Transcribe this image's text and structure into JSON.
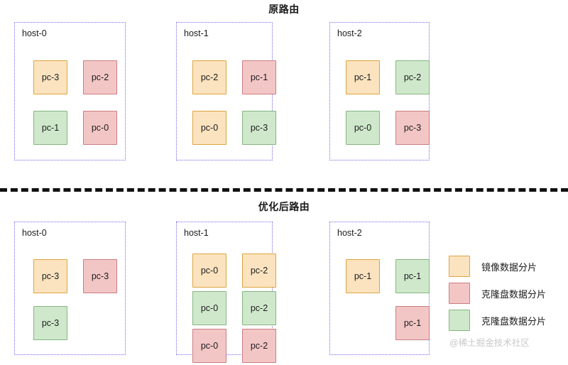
{
  "sections": [
    {
      "id": "original",
      "title": "原路由",
      "hosts": [
        {
          "label": "host-0",
          "cells": [
            {
              "label": "pc-3",
              "color": "orange",
              "col": 0,
              "row": 0
            },
            {
              "label": "pc-2",
              "color": "pink",
              "col": 1,
              "row": 0
            },
            {
              "label": "pc-1",
              "color": "green",
              "col": 0,
              "row": 1
            },
            {
              "label": "pc-0",
              "color": "pink",
              "col": 1,
              "row": 1
            }
          ]
        },
        {
          "label": "host-1",
          "cells": [
            {
              "label": "pc-2",
              "color": "orange",
              "col": 0,
              "row": 0
            },
            {
              "label": "pc-1",
              "color": "pink",
              "col": 1,
              "row": 0
            },
            {
              "label": "pc-0",
              "color": "orange",
              "col": 0,
              "row": 1
            },
            {
              "label": "pc-3",
              "color": "green",
              "col": 1,
              "row": 1
            }
          ]
        },
        {
          "label": "host-2",
          "cells": [
            {
              "label": "pc-1",
              "color": "orange",
              "col": 0,
              "row": 0
            },
            {
              "label": "pc-2",
              "color": "green",
              "col": 1,
              "row": 0
            },
            {
              "label": "pc-0",
              "color": "green",
              "col": 0,
              "row": 1
            },
            {
              "label": "pc-3",
              "color": "pink",
              "col": 1,
              "row": 1
            }
          ]
        }
      ]
    },
    {
      "id": "optimized",
      "title": "优化后路由",
      "hosts": [
        {
          "label": "host-0",
          "cells": [
            {
              "label": "pc-3",
              "color": "orange",
              "col": 0,
              "row": 0
            },
            {
              "label": "pc-3",
              "color": "pink",
              "col": 1,
              "row": 0
            },
            {
              "label": "pc-3",
              "color": "green",
              "col": 0,
              "row": 1
            }
          ]
        },
        {
          "label": "host-1",
          "cells": [
            {
              "label": "pc-0",
              "color": "orange",
              "col": 0,
              "row": 0
            },
            {
              "label": "pc-2",
              "color": "orange",
              "col": 1,
              "row": 0
            },
            {
              "label": "pc-0",
              "color": "green",
              "col": 0,
              "row": 1
            },
            {
              "label": "pc-2",
              "color": "green",
              "col": 1,
              "row": 1
            },
            {
              "label": "pc-0",
              "color": "pink",
              "col": 0,
              "row": 2
            },
            {
              "label": "pc-2",
              "color": "pink",
              "col": 1,
              "row": 2
            }
          ]
        },
        {
          "label": "host-2",
          "cells": [
            {
              "label": "pc-1",
              "color": "orange",
              "col": 0,
              "row": 0
            },
            {
              "label": "pc-1",
              "color": "green",
              "col": 1,
              "row": 0
            },
            {
              "label": "pc-1",
              "color": "pink",
              "col": 1,
              "row": 1
            }
          ]
        }
      ]
    }
  ],
  "legend": {
    "items": [
      {
        "color": "orange",
        "label": "镜像数据分片"
      },
      {
        "color": "pink",
        "label": "克隆盘数据分片"
      },
      {
        "color": "green",
        "label": "克隆盘数据分片"
      }
    ]
  },
  "watermark": "@稀土掘金技术社区",
  "colors": {
    "orange_fill": "#fbe3bf",
    "orange_border": "#dda53f",
    "pink_fill": "#f3c6c6",
    "pink_border": "#ca7d82",
    "green_fill": "#cfe8cb",
    "green_border": "#84b77f",
    "host_border": "#7a68e8",
    "divider": "#111111"
  }
}
